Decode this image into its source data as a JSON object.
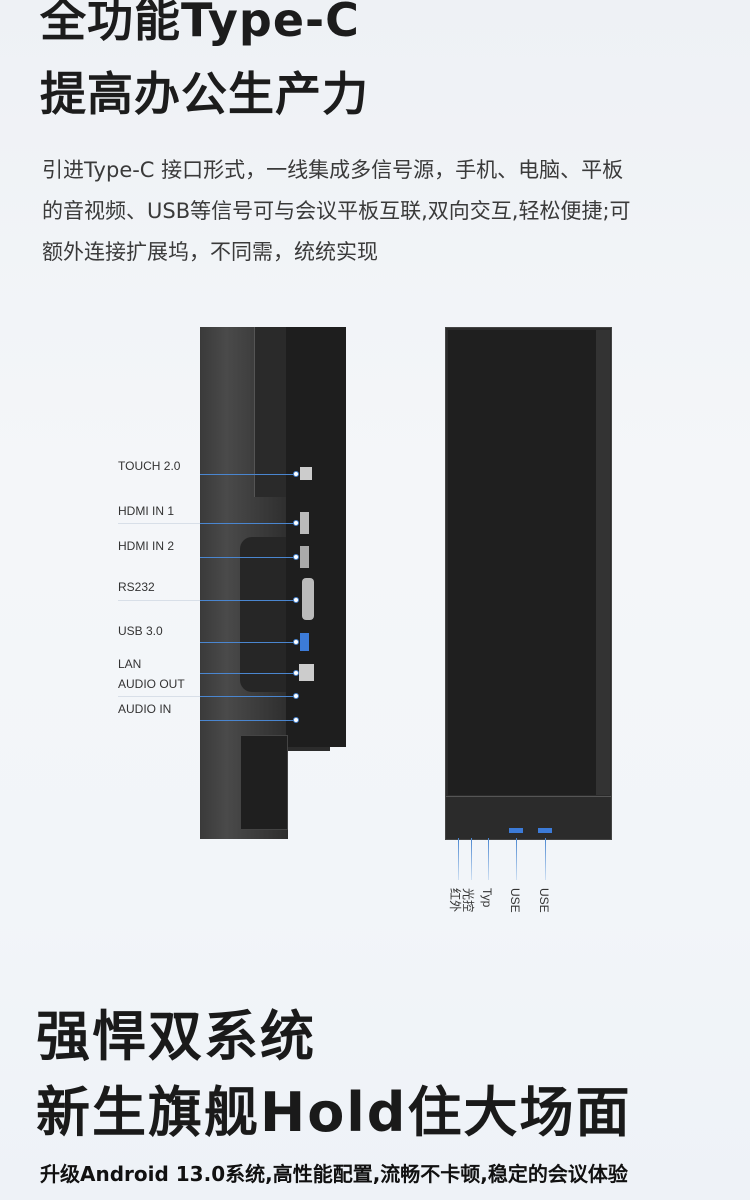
{
  "headline": {
    "line1": "全功能Type-C",
    "line2": "提高办公生产力"
  },
  "description": [
    "引进Type-C 接口形式，一线集成多信号源，手机、电脑、平板",
    "的音视频、USB等信号可与会议平板互联,双向交互,轻松便捷;可",
    "额外连接扩展坞，不同需，统统实现"
  ],
  "side_ports": [
    "TOUCH 2.0",
    "HDMI IN 1",
    "HDMI IN 2",
    "RS232",
    "USB 3.0",
    "LAN",
    "AUDIO OUT",
    "AUDIO IN"
  ],
  "front_ports": [
    "红外",
    "光控",
    "Typ",
    "USE",
    "USE"
  ],
  "section2": {
    "line1": "强悍双系统",
    "line2": "新生旗舰Hold住大场面",
    "subtitle": "升级Android 13.0系统,高性能配置,流畅不卡顿,稳定的会议体验"
  }
}
